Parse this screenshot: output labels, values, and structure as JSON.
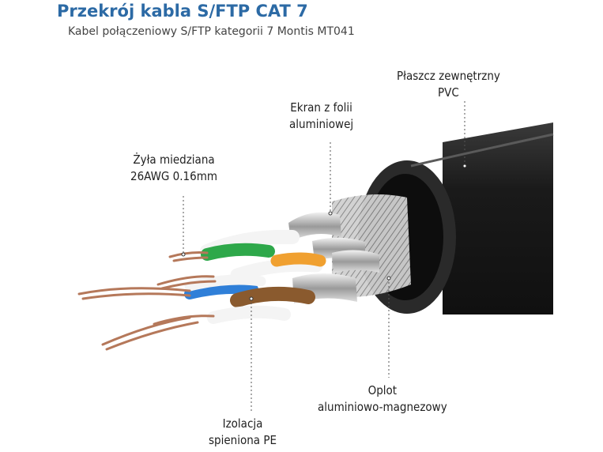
{
  "header": {
    "title": "Przekrój kabla S/FTP CAT 7",
    "subtitle": "Kabel połączeniowy S/FTP kategorii 7 Montis MT041"
  },
  "labels": {
    "outer_jacket": {
      "line1": "Płaszcz zewnętrzny",
      "line2": "PVC"
    },
    "foil_shield": {
      "line1": "Ekran z folii",
      "line2": "aluminiowej"
    },
    "copper_core": {
      "line1": "Żyła miedziana",
      "line2": "26AWG 0.16mm"
    },
    "braid": {
      "line1": "Oplot",
      "line2": "aluminiowo-magnezowy"
    },
    "insulation": {
      "line1": "Izolacja",
      "line2": "spieniona PE"
    }
  },
  "colors": {
    "title": "#2c6aa5",
    "jacket": "#1e1e1e",
    "copper": "#b5785a",
    "green": "#2ea84a",
    "orange": "#f0a030",
    "blue": "#2f7fd8",
    "brown": "#8a5a2e",
    "foil": "#c8c8c8"
  }
}
